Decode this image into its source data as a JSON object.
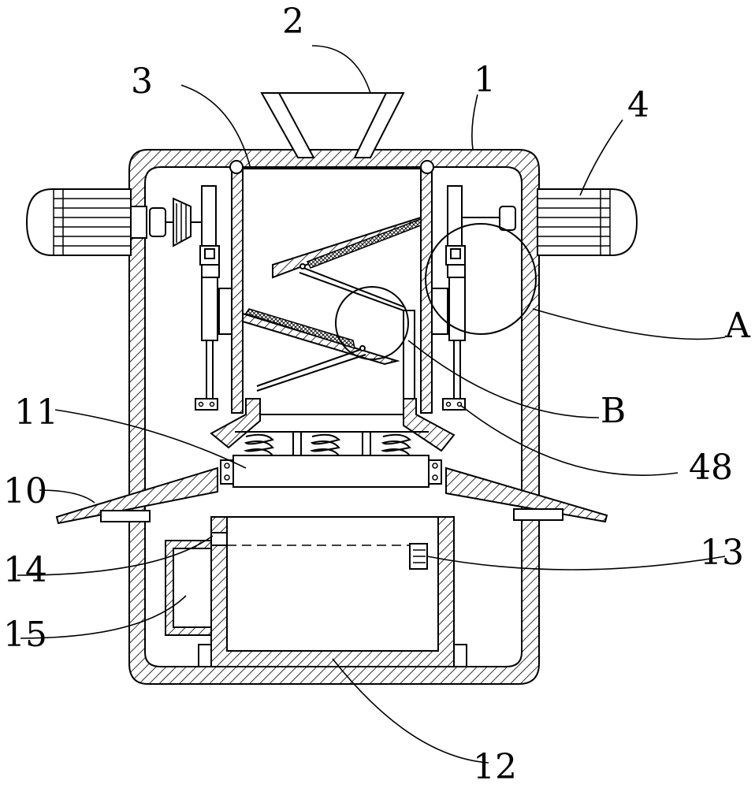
{
  "labels": {
    "l1": "1",
    "l2": "2",
    "l3": "3",
    "l4": "4",
    "lA": "A",
    "lB": "B",
    "l48": "48",
    "l11": "11",
    "l10": "10",
    "l14": "14",
    "l13": "13",
    "l15": "15",
    "l12": "12"
  }
}
